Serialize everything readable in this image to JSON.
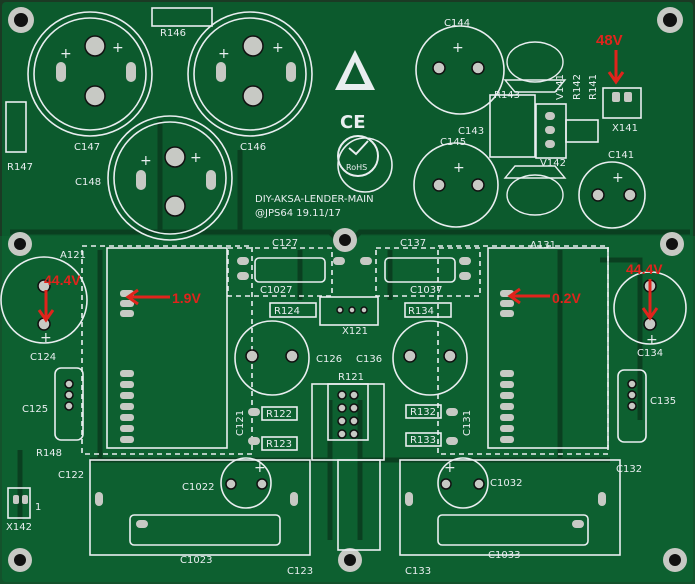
{
  "board": {
    "title": "DIY-AKSA-LENDER-MAIN",
    "credit": "@JPS64 19.11/17",
    "ce_mark": "CE",
    "rohs_mark": "RoHS",
    "colors": {
      "pcb": "#0c5a2d",
      "pcb_edge": "#1b3a24",
      "copper_pour": "#0e6633",
      "silkscreen": "#e9eef0",
      "trace": "#0a3f20",
      "pad": "#c7c9c4",
      "annotation": "#e0241c"
    }
  },
  "labels": {
    "r146": "R146",
    "r147": "R147",
    "c147": "C147",
    "c146": "C146",
    "c148": "C148",
    "c144": "C144",
    "c145": "C145",
    "c141": "C141",
    "r143": "R143",
    "c143": "C143",
    "v142": "V142",
    "v141": "V141",
    "r142": "R142",
    "r141": "R141",
    "x141": "X141",
    "a121": "A121",
    "a131": "A131",
    "c127": "C127",
    "c137": "C137",
    "c1027": "C1027",
    "c1037": "C1037",
    "r124": "R124",
    "r134": "R134",
    "x121": "X121",
    "c124": "C124",
    "c134": "C134",
    "c125": "C125",
    "c135": "C135",
    "c126": "C126",
    "c136": "C136",
    "r121": "R121",
    "r122": "R122",
    "r123": "R123",
    "r132": "R132",
    "r133": "R133",
    "c121": "C121",
    "c131": "C131",
    "r148": "R148",
    "c122": "C122",
    "c132": "C132",
    "x142": "X142",
    "c1022": "C1022",
    "c1032": "C1032",
    "c1023": "C1023",
    "c1033": "C1033",
    "c123": "C123",
    "c133": "C133",
    "plus": "+",
    "pin1": "1"
  },
  "annotations": {
    "v48": "48V",
    "left_44v": "44.4V",
    "right_44v": "44.4V",
    "v19": "1.9V",
    "v02": "0.2V"
  }
}
